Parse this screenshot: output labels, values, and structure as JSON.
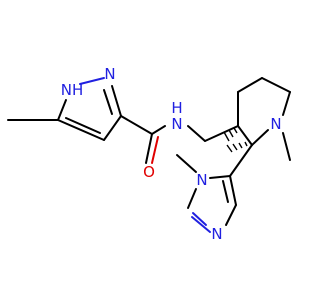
{
  "colors": {
    "carbon": "#000000",
    "nitrogen": "#2020e0",
    "oxygen": "#e00000",
    "background": "#ffffff"
  },
  "atoms": {
    "nh_pyrazole": "NH",
    "n_pyrazole": "N",
    "n_amide": "N",
    "h_amide": "H",
    "o_carbonyl": "O",
    "n_piperidine": "N",
    "n_imidazole_methyl": "N",
    "n_imidazole": "N"
  }
}
